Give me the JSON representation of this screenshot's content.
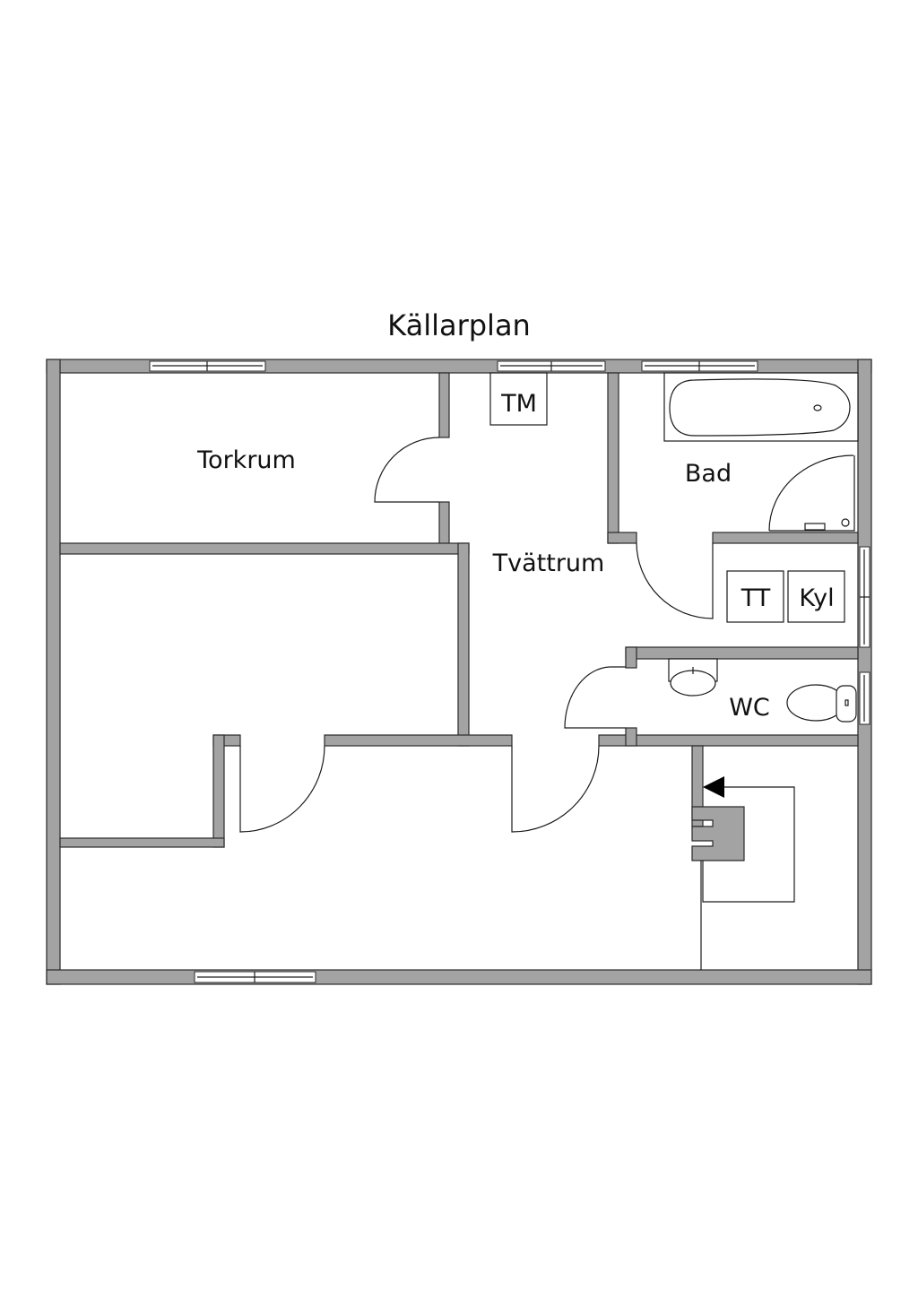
{
  "title": "Källarplan",
  "rooms": {
    "torkrum": "Torkrum",
    "tvattrum": "Tvättrum",
    "bad": "Bad",
    "wc": "WC"
  },
  "appliances": {
    "tm": "TM",
    "tt": "TT",
    "kyl": "Kyl"
  },
  "colors": {
    "wall": "#a3a3a3",
    "line": "#1a1a1a"
  }
}
